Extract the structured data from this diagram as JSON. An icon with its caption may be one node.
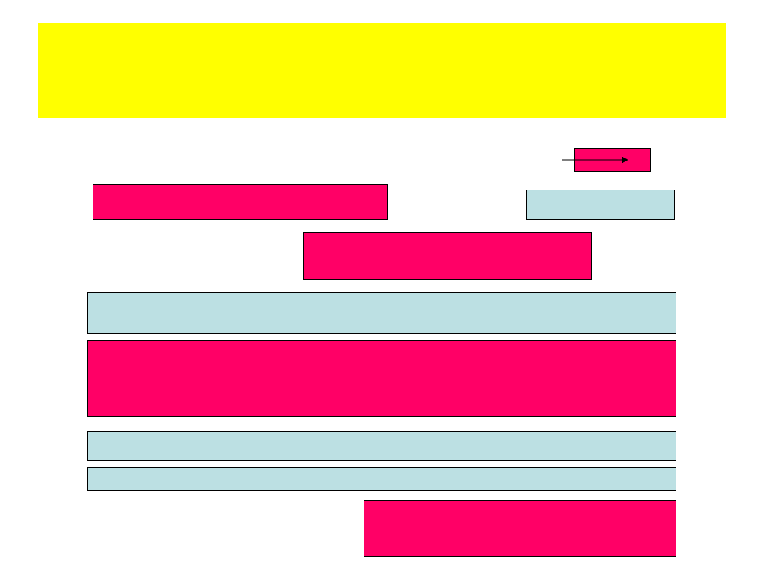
{
  "diagram": {
    "nodes": [
      {
        "text": [],
        "shape": "box"
      },
      {
        "text": [],
        "shape": "box"
      },
      {
        "text": [],
        "shape": "box"
      },
      {
        "text": [],
        "shape": "box"
      },
      {
        "text": [],
        "shape": "box"
      },
      {
        "text": [],
        "shape": "box"
      },
      {
        "text": [],
        "shape": "box"
      },
      {
        "text": [],
        "shape": "box"
      },
      {
        "text": [],
        "shape": "box"
      },
      {
        "text": [],
        "shape": "box"
      }
    ],
    "edges": [
      {
        "from": null,
        "to": 1,
        "arrow": "to"
      }
    ]
  }
}
